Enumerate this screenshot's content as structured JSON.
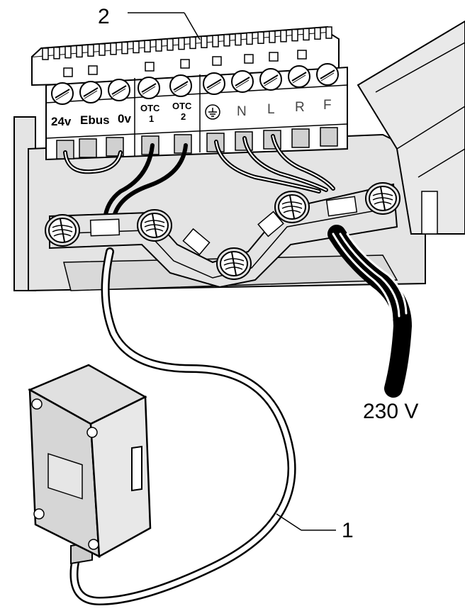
{
  "callouts": {
    "sensor": "1",
    "terminal_block": "2"
  },
  "terminals": {
    "t24v": "24v",
    "ebus": "Ebus",
    "zero_v": "0v",
    "otc1_top": "OTC",
    "otc1_num": "1",
    "otc2_top": "OTC",
    "otc2_num": "2",
    "neutral": "N",
    "live": "L",
    "r": "R",
    "f": "F"
  },
  "mains_label": "230 V",
  "icons": {
    "earth": "earth-ground-icon",
    "screw": "terminal-screw-icon"
  },
  "colors": {
    "housing": "#e4e4e4",
    "terminal_block": "#ffffff",
    "cable": "#000000",
    "sensor_body": "#d6d6d6"
  }
}
